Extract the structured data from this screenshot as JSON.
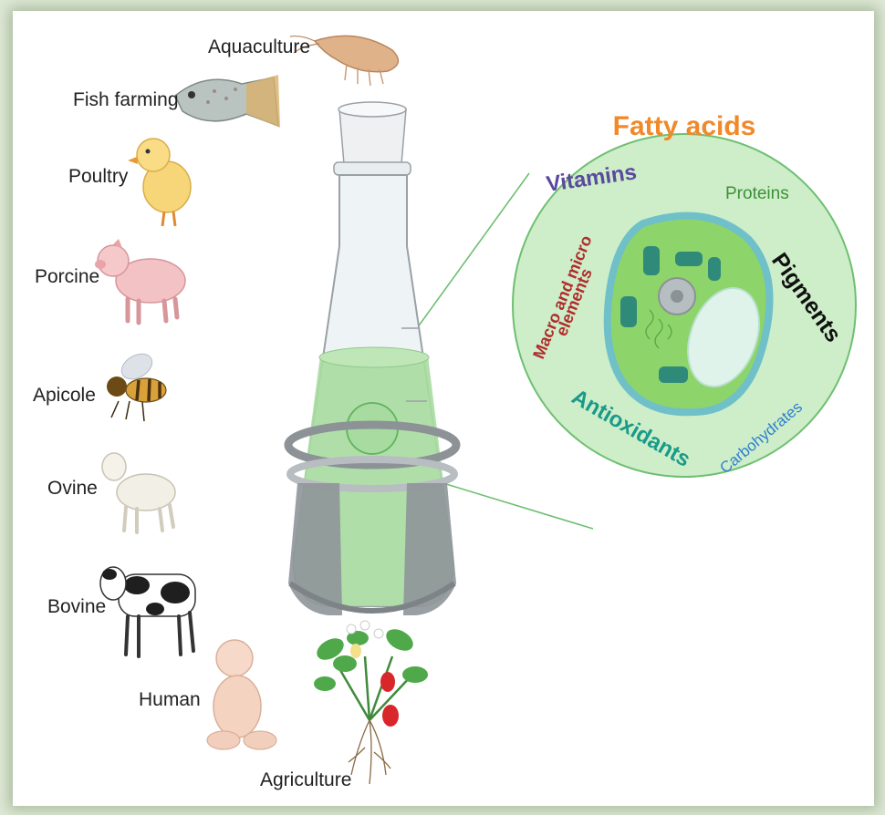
{
  "applications": [
    {
      "id": "aquaculture",
      "label": "Aquaculture",
      "icon": "shrimp-icon"
    },
    {
      "id": "fish",
      "label": "Fish farming",
      "icon": "fish-icon"
    },
    {
      "id": "poultry",
      "label": "Poultry",
      "icon": "chick-icon"
    },
    {
      "id": "porcine",
      "label": "Porcine",
      "icon": "pig-icon"
    },
    {
      "id": "apicole",
      "label": "Apicole",
      "icon": "bee-icon"
    },
    {
      "id": "ovine",
      "label": "Ovine",
      "icon": "lamb-icon"
    },
    {
      "id": "bovine",
      "label": "Bovine",
      "icon": "cow-icon"
    },
    {
      "id": "human",
      "label": "Human",
      "icon": "baby-icon"
    },
    {
      "id": "agriculture",
      "label": "Agriculture",
      "icon": "strawberry-plant-icon"
    }
  ],
  "compounds": [
    {
      "id": "fatty",
      "label": "Fatty acids",
      "color": "#f0892a"
    },
    {
      "id": "vitamins",
      "label": "Vitamins",
      "color": "#5a4a9e"
    },
    {
      "id": "proteins",
      "label": "Proteins",
      "color": "#3f8f3a"
    },
    {
      "id": "macro1",
      "label": "Macro and micro",
      "color": "#b02d2d"
    },
    {
      "id": "macro2",
      "label": "elements",
      "color": "#b02d2d"
    },
    {
      "id": "pigments",
      "label": "Pigments",
      "color": "#111111"
    },
    {
      "id": "antioxidants",
      "label": "Antioxidants",
      "color": "#1a9a8a"
    },
    {
      "id": "carbohydrates",
      "label": "Carbohydrates",
      "color": "#2f7fd0"
    }
  ],
  "colors": {
    "culture": "#a8dba0",
    "zoom_circle": "#cdeec8",
    "cell": "#8dd46a",
    "cell_wall": "#6fc0c8",
    "chloroplast": "#2f8a7a"
  }
}
